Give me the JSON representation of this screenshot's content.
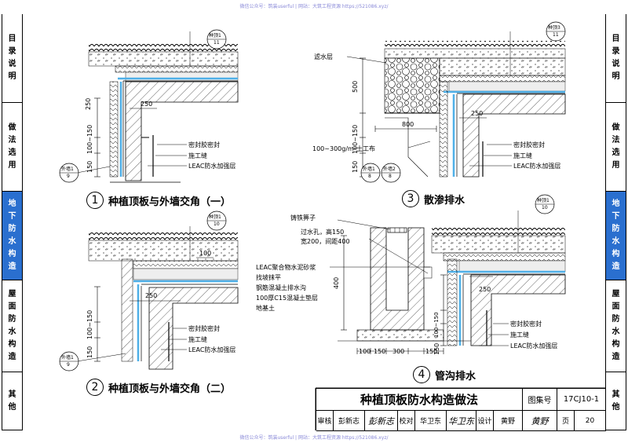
{
  "watermark": "微信公众号：筑装userful | 网站：大筑工程资源 https://521086.xyz/",
  "left_sidebar": [
    {
      "chars": [
        "目",
        "录",
        "说",
        "明"
      ],
      "active": false
    },
    {
      "chars": [
        "做",
        "法",
        "选",
        "用"
      ],
      "active": false
    },
    {
      "chars": [
        "地",
        "下",
        "防",
        "水",
        "构",
        "造"
      ],
      "active": true
    },
    {
      "chars": [
        "屋",
        "面",
        "防",
        "水",
        "构",
        "造"
      ],
      "active": false
    },
    {
      "chars": [
        "其",
        "他"
      ],
      "active": false
    }
  ],
  "right_sidebar": [
    {
      "chars": [
        "目",
        "录",
        "说",
        "明"
      ],
      "active": false
    },
    {
      "chars": [
        "做",
        "法",
        "选",
        "用"
      ],
      "active": false
    },
    {
      "chars": [
        "地",
        "下",
        "防",
        "水",
        "构",
        "造"
      ],
      "active": true
    },
    {
      "chars": [
        "屋",
        "面",
        "防",
        "水",
        "构",
        "造"
      ],
      "active": false
    },
    {
      "chars": [
        "其",
        "他"
      ],
      "active": false
    }
  ],
  "colors": {
    "accent": "#2a6fcf",
    "membrane": "#4fb0e8",
    "watermark": "#8a8ad8"
  },
  "details": {
    "d1": {
      "num": "1",
      "title": "种植顶板与外墙交角（一）",
      "ref_top": {
        "name": "种顶1",
        "page": "11"
      },
      "ref_side": {
        "name": "外墙1",
        "page": "9"
      },
      "dims": [
        "250",
        "100~150",
        "150"
      ],
      "notes": [
        "密封胶密封",
        "施工缝",
        "LEAC防水加强层"
      ]
    },
    "d2": {
      "num": "2",
      "title": "种植顶板与外墙交角（二）",
      "ref_top": {
        "name": "种顶1",
        "page": "10"
      },
      "ref_side": {
        "name": "外墙1",
        "page": "9"
      },
      "dims": [
        "100",
        "250",
        "100~150",
        "150"
      ],
      "notes": [
        "密封胶密封",
        "施工缝",
        "LEAC防水加强层"
      ]
    },
    "d3": {
      "num": "3",
      "title": "散渗排水",
      "ref_top": {
        "name": "种顶3",
        "page": "11"
      },
      "ref_side": [
        {
          "name": "外墙1",
          "page": "8"
        },
        {
          "name": "外墙2",
          "page": "8"
        }
      ],
      "filter_label": "滤水层",
      "geotextile": "100~300g/m²土工布",
      "dims": [
        "500",
        "250",
        "100~150",
        "150",
        "800"
      ],
      "notes": [
        "密封胶密封",
        "施工缝",
        "LEAC防水加强层"
      ]
    },
    "d4": {
      "num": "4",
      "title": "管沟排水",
      "ref_top": {
        "name": "种顶1",
        "page": "10"
      },
      "grate": "铸铁箅子",
      "hole": [
        "过水孔，高150",
        "宽200，间距400"
      ],
      "layers": [
        "LEAC聚合物水泥砂浆",
        "找坡抹平",
        "钢筋混凝土排水沟",
        "100厚C15混凝土垫层",
        "地基土"
      ],
      "dims": [
        "400",
        "250",
        "100~150",
        "150"
      ],
      "bottom_dims": [
        "100",
        "150",
        "300",
        "150"
      ],
      "notes": [
        "密封胶密封",
        "施工缝",
        "LEAC防水加强层"
      ]
    }
  },
  "title_block": {
    "title": "种植顶板防水构造做法",
    "atlas_label": "图集号",
    "atlas_no": "17CJ10-1",
    "review_label": "审核",
    "reviewer": "彭新志",
    "check_label": "校对",
    "checker": "华卫东",
    "design_label": "设计",
    "designer": "黄野",
    "page_label": "页",
    "page_no": "20"
  }
}
